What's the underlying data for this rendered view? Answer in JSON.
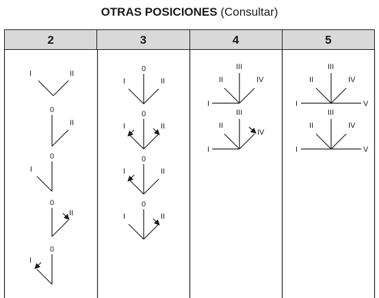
{
  "title": {
    "bold": "OTRAS POSICIONES",
    "rest": " (Consultar)"
  },
  "columns": [
    "2",
    "3",
    "4",
    "5"
  ],
  "labels": {
    "I": "I",
    "II": "II",
    "III": "III",
    "IV": "IV",
    "V": "V",
    "O": "0"
  }
}
